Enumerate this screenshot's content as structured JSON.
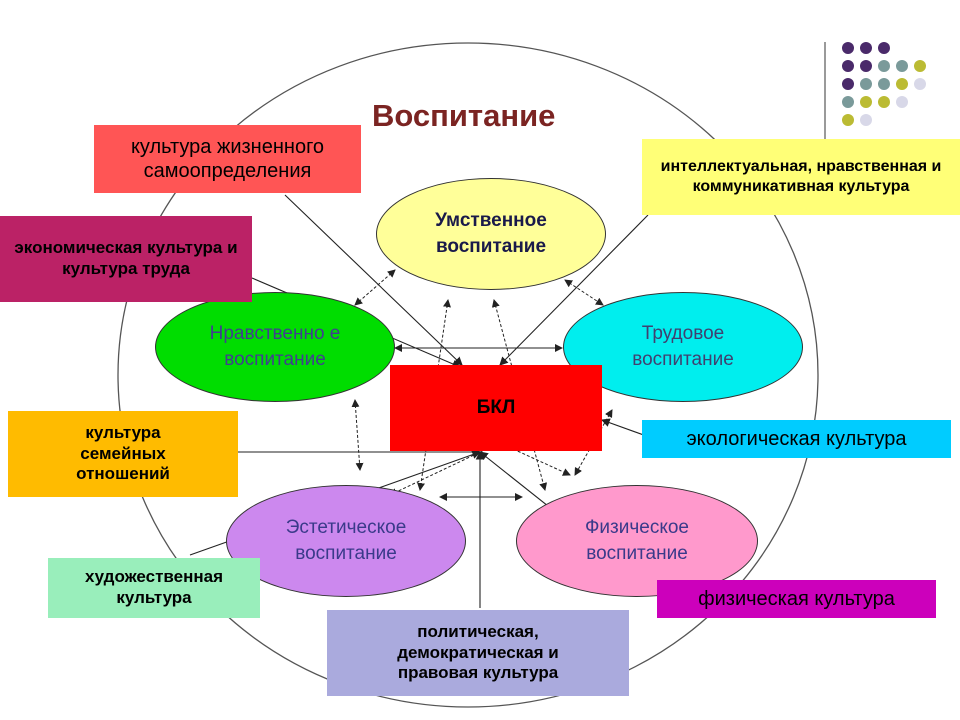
{
  "title": "Воспитание",
  "center": "БКЛ",
  "ellipses": {
    "mental": "Умственное воспитание",
    "moral": "Нравственно е воспитание",
    "labor": "Трудовое воспитание",
    "aesthetic": "Эстетическое воспитание",
    "physical": "Физическое воспитание"
  },
  "cultures": {
    "life_self_determination": "культура жизненного самоопределения",
    "economic": "экономическая культура и культура труда",
    "intellectual": "интеллектуальная, нравственная и коммуникативная культура",
    "family": "культура семейных отношений",
    "ecological": "экологическая культура",
    "artistic": "художественная культура",
    "physical": "физическая культура",
    "political": "политическая, демократическая и правовая культура"
  },
  "colors": {
    "title": "#7b2422",
    "center": "#ff0000",
    "mental": "#ffff99",
    "moral": "#00dd00",
    "labor": "#00eeee",
    "aesthetic": "#cc88ee",
    "physical_ellipse": "#ff99cc",
    "life_box": "#ff5555",
    "economic_box": "#bb2266",
    "intellectual_box": "#ffff77",
    "family_box": "#ffbb00",
    "ecological_box": "#00ccff",
    "artistic_box": "#99eebb",
    "physical_box": "#cc00bb",
    "political_box": "#aaaadd"
  }
}
